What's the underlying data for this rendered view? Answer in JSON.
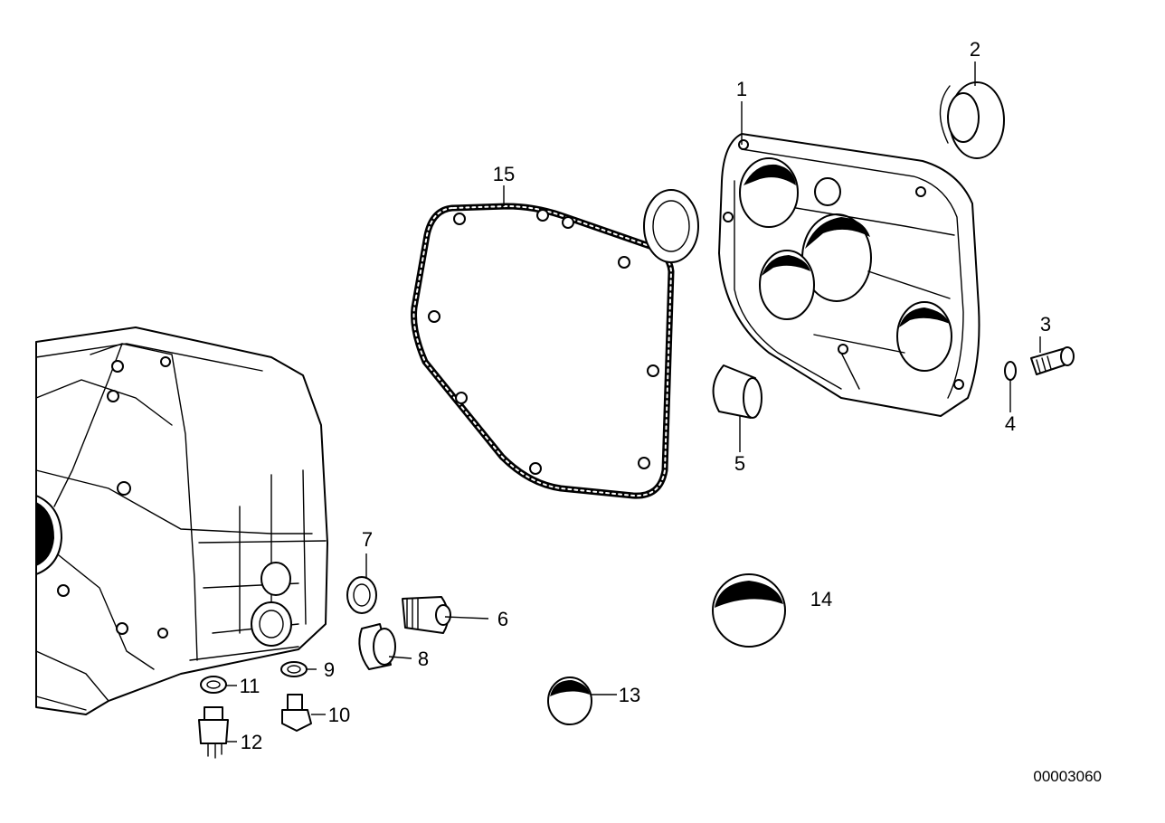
{
  "diagram": {
    "reference_number": "00003060",
    "callouts": [
      {
        "id": "1",
        "label": "1"
      },
      {
        "id": "2",
        "label": "2"
      },
      {
        "id": "3",
        "label": "3"
      },
      {
        "id": "4",
        "label": "4"
      },
      {
        "id": "5",
        "label": "5"
      },
      {
        "id": "6",
        "label": "6"
      },
      {
        "id": "7",
        "label": "7"
      },
      {
        "id": "8",
        "label": "8"
      },
      {
        "id": "9",
        "label": "9"
      },
      {
        "id": "10",
        "label": "10"
      },
      {
        "id": "11",
        "label": "11"
      },
      {
        "id": "12",
        "label": "12"
      },
      {
        "id": "13",
        "label": "13"
      },
      {
        "id": "14",
        "label": "14"
      },
      {
        "id": "15",
        "label": "15"
      }
    ]
  }
}
